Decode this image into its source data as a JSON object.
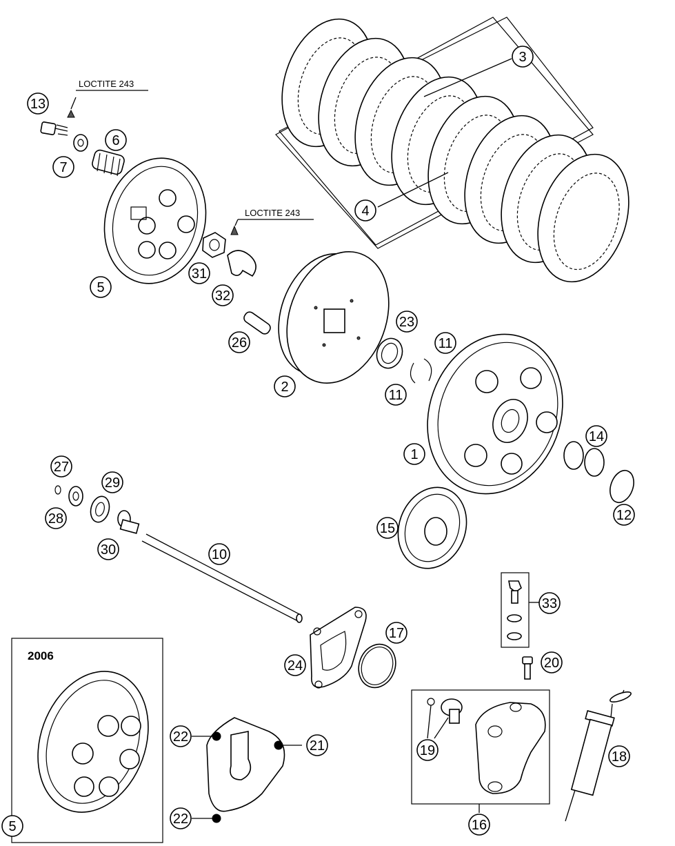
{
  "callouts": {
    "c1": "1",
    "c2": "2",
    "c3": "3",
    "c4": "4",
    "c5a": "5",
    "c5b": "5",
    "c6": "6",
    "c7": "7",
    "c10": "10",
    "c11a": "11",
    "c11b": "11",
    "c12": "12",
    "c13": "13",
    "c14": "14",
    "c15": "15",
    "c16": "16",
    "c17": "17",
    "c18": "18",
    "c19": "19",
    "c20": "20",
    "c21": "21",
    "c22a": "22",
    "c22b": "22",
    "c23": "23",
    "c24": "24",
    "c26": "26",
    "c27": "27",
    "c28": "28",
    "c29": "29",
    "c30": "30",
    "c31": "31",
    "c32": "32",
    "c33": "33"
  },
  "notes": {
    "loctite_top": "LOCTITE 243",
    "loctite_mid": "LOCTITE 243"
  },
  "inset": {
    "year": "2006"
  }
}
